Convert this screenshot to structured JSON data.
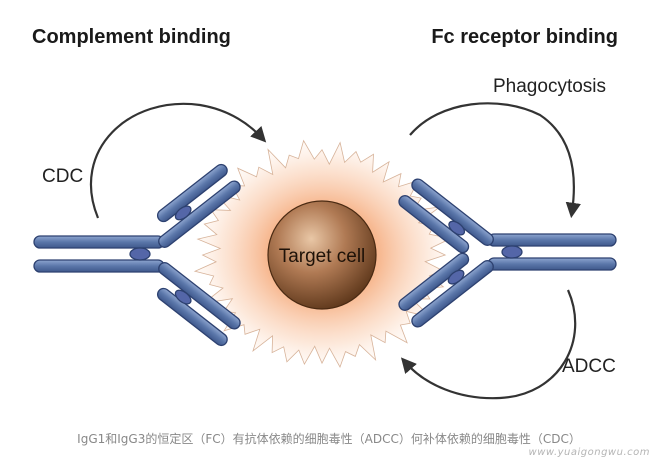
{
  "titles": {
    "left": "Complement binding",
    "right": "Fc receptor binding"
  },
  "labels": {
    "phagocytosis": "Phagocytosis",
    "cdc": "CDC",
    "adcc": "ADCC",
    "target_cell": "Target cell"
  },
  "caption": "IgG1和IgG3的恒定区（FC）有抗体依赖的细胞毒性（ADCC）何补体依赖的细胞毒性（CDC）",
  "watermark": "www.yuaigongwu.com",
  "colors": {
    "antibody_fill": "#5b77aa",
    "antibody_stroke": "#2d4170",
    "hinge": "#4a5da0",
    "cell_core": "#b07a54",
    "cell_dark": "#5a3418",
    "glow": "#f2a070",
    "arrow": "#333333"
  }
}
